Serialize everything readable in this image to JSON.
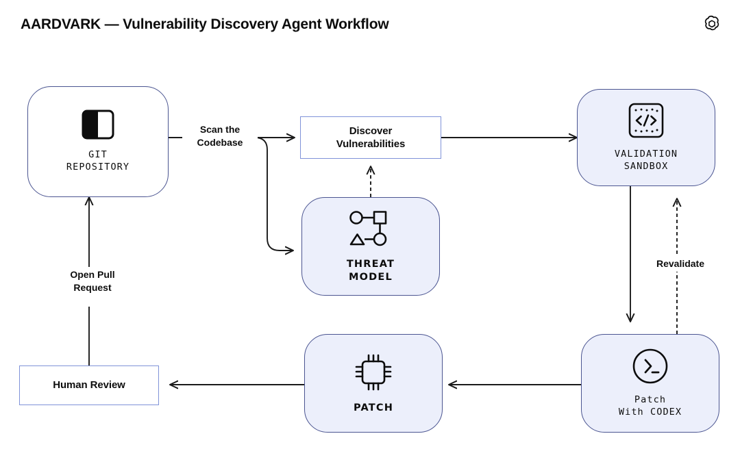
{
  "header": {
    "title": "AARDVARK — Vulnerability Discovery Agent Workflow",
    "logo": "openai-logo"
  },
  "diagram": {
    "type": "flowchart",
    "colors": {
      "node_fill": "#eceffb",
      "node_border": "#4a5490",
      "rect_border": "#7f92d8",
      "edge": "#1a1a1a",
      "text": "#0d0d0d",
      "background": "#ffffff"
    },
    "nodes": [
      {
        "id": "git-repository",
        "label": "GIT\nREPOSITORY",
        "icon": "repository-icon",
        "shape": "rounded",
        "fill": "white",
        "font": "mono"
      },
      {
        "id": "discover-vulnerabilities",
        "label": "Discover\nVulnerabilities",
        "icon": null,
        "shape": "rect",
        "fill": "white",
        "font": "sans"
      },
      {
        "id": "threat-model",
        "label": "THREAT\nMODEL",
        "icon": "graph-nodes-icon",
        "shape": "rounded",
        "fill": "blue",
        "font": "sans-bold-mono"
      },
      {
        "id": "validation-sandbox",
        "label": "VALIDATION\nSANDBOX",
        "icon": "code-brackets-icon",
        "shape": "rounded",
        "fill": "blue",
        "font": "mono"
      },
      {
        "id": "patch-with-codex",
        "label": "Patch\nWith CODEX",
        "icon": "terminal-prompt-icon",
        "shape": "rounded",
        "fill": "blue",
        "font": "mono"
      },
      {
        "id": "patch",
        "label": "PATCH",
        "icon": "chip-icon",
        "shape": "rounded",
        "fill": "blue",
        "font": "sans-bold-mono"
      },
      {
        "id": "human-review",
        "label": "Human Review",
        "icon": null,
        "shape": "rect",
        "fill": "white",
        "font": "sans"
      }
    ],
    "edges": [
      {
        "id": "scan-to-discover",
        "from": "git-repository",
        "to": "discover-vulnerabilities",
        "label": "Scan the\nCodebase",
        "style": "solid",
        "arrow": true
      },
      {
        "id": "scan-to-threat",
        "from": "git-repository",
        "to": "threat-model",
        "label": "",
        "style": "solid",
        "arrow": true
      },
      {
        "id": "threat-to-discover",
        "from": "threat-model",
        "to": "discover-vulnerabilities",
        "label": "",
        "style": "dashed",
        "arrow": true
      },
      {
        "id": "discover-to-sandbox",
        "from": "discover-vulnerabilities",
        "to": "validation-sandbox",
        "label": "",
        "style": "solid",
        "arrow": true
      },
      {
        "id": "sandbox-to-codex",
        "from": "validation-sandbox",
        "to": "patch-with-codex",
        "label": "",
        "style": "solid",
        "arrow": true
      },
      {
        "id": "codex-to-sandbox",
        "from": "patch-with-codex",
        "to": "validation-sandbox",
        "label": "Revalidate",
        "style": "dashed",
        "arrow": true
      },
      {
        "id": "codex-to-patch",
        "from": "patch-with-codex",
        "to": "patch",
        "label": "",
        "style": "solid",
        "arrow": true
      },
      {
        "id": "patch-to-review",
        "from": "patch",
        "to": "human-review",
        "label": "",
        "style": "solid",
        "arrow": true
      },
      {
        "id": "review-to-git",
        "from": "human-review",
        "to": "git-repository",
        "label": "Open Pull\nRequest",
        "style": "solid",
        "arrow": true
      }
    ]
  }
}
